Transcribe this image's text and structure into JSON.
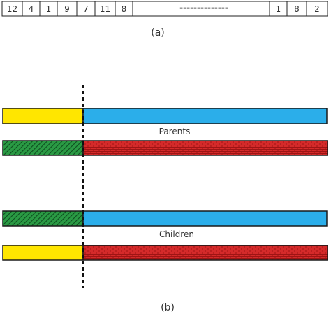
{
  "chromosome": {
    "genes_left": [
      "12",
      "4",
      "1",
      "9",
      "7",
      "11",
      "8"
    ],
    "ellipsis": "--------------",
    "genes_right": [
      "1",
      "8",
      "2"
    ],
    "caption": "(a)"
  },
  "crossover": {
    "parents_label": "Parents",
    "children_label": "Children",
    "caption": "(b)",
    "colors": {
      "yellow": "#ffe600",
      "blue": "#2baeea",
      "green": "#1f8a3c",
      "red": "#d42a2a"
    }
  }
}
